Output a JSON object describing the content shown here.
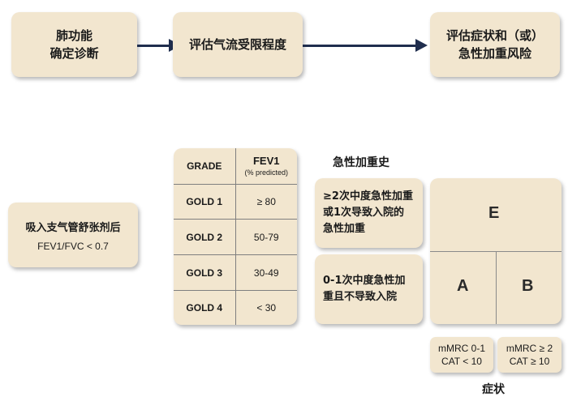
{
  "top_flow": {
    "step1": "肺功能\n确定诊断",
    "step2": "评估气流受限程度",
    "step3": "评估症状和（或）\n急性加重风险"
  },
  "criteria": {
    "title": "吸入支气管舒张剂后",
    "value": "FEV1/FVC < 0.7"
  },
  "grade_table": {
    "header_grade": "GRADE",
    "header_fev": "FEV1",
    "header_fev_sub": "(% predicted)",
    "rows": [
      {
        "grade": "GOLD 1",
        "value": "≥ 80"
      },
      {
        "grade": "GOLD 2",
        "value": "50-79"
      },
      {
        "grade": "GOLD 3",
        "value": "30-49"
      },
      {
        "grade": "GOLD 4",
        "value": "< 30"
      }
    ]
  },
  "exacerbation": {
    "title": "急性加重史",
    "high": "≥2次中度急性加重或1次导致入院的急性加重",
    "low": "0-1次中度急性加重且不导致入院"
  },
  "groups": {
    "top": "E",
    "bottom_left": "A",
    "bottom_right": "B"
  },
  "symptoms": {
    "left_line1": "mMRC 0-1",
    "left_line2": "CAT < 10",
    "right_line1": "mMRC ≥ 2",
    "right_line2": "CAT ≥ 10",
    "title": "症状"
  }
}
